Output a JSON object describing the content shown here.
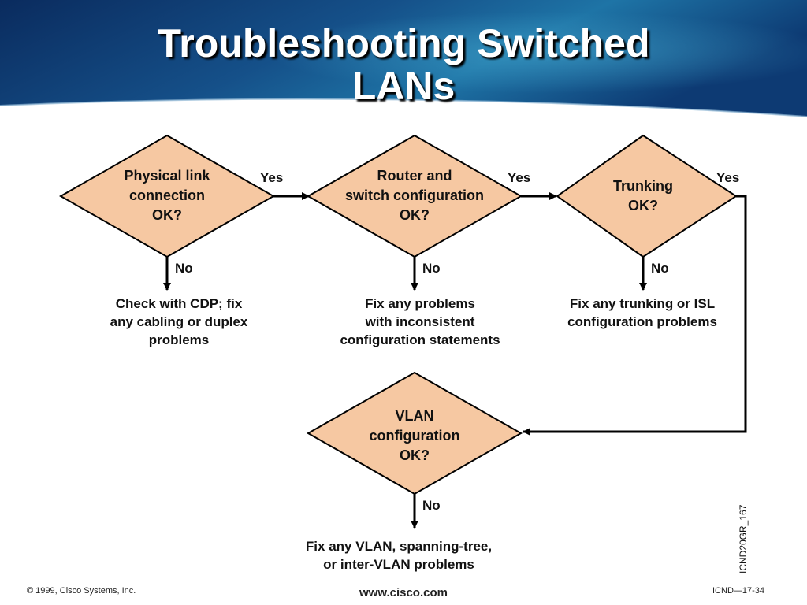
{
  "slide": {
    "title_lines": [
      "Troubleshooting Switched",
      "LANs"
    ]
  },
  "flowchart": {
    "decisions": [
      {
        "lines": [
          "Physical link",
          "connection",
          "OK?"
        ],
        "yes": "Yes",
        "no": "No",
        "action_lines": [
          "Check with CDP; fix",
          "any cabling or duplex",
          "problems"
        ]
      },
      {
        "lines": [
          "Router and",
          "switch configuration",
          "OK?"
        ],
        "yes": "Yes",
        "no": "No",
        "action_lines": [
          "Fix any problems",
          "with inconsistent",
          "configuration statements"
        ]
      },
      {
        "lines": [
          "Trunking",
          "OK?"
        ],
        "yes": "Yes",
        "no": "No",
        "action_lines": [
          "Fix any trunking or ISL",
          "configuration problems"
        ]
      },
      {
        "lines": [
          "VLAN",
          "configuration",
          "OK?"
        ],
        "no": "No",
        "action_lines": [
          "Fix any VLAN, spanning-tree,",
          "or inter-VLAN problems"
        ]
      }
    ]
  },
  "figure_id": "ICND20GR_167",
  "footer": {
    "copyright": "© 1999, Cisco Systems, Inc.",
    "url": "www.cisco.com",
    "page": "ICND—17-34"
  },
  "colors": {
    "diamond_fill": "#F6C8A2",
    "stroke": "#000000",
    "header_dark": "#0B2F63",
    "header_light": "#1C6CA0"
  }
}
